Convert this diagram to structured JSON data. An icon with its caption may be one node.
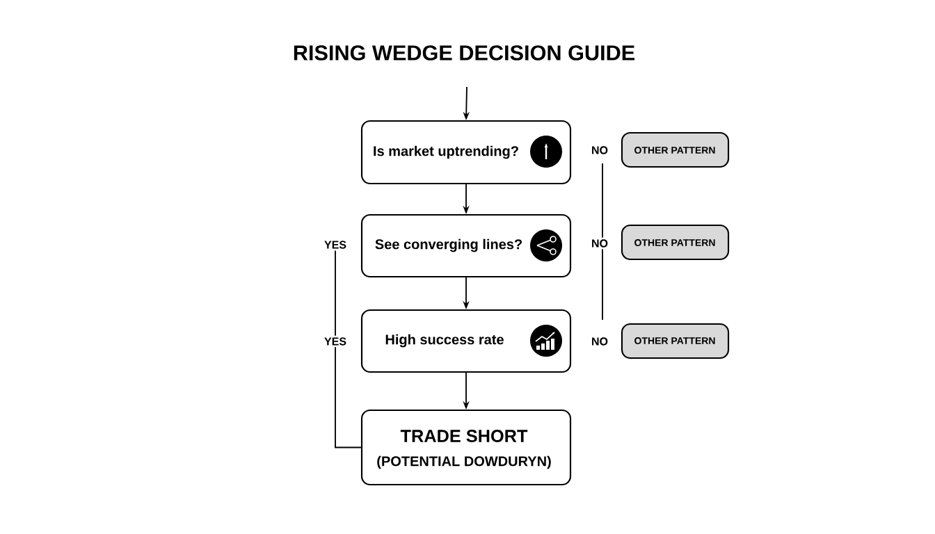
{
  "diagram": {
    "title": "RISING WEDGE DECISION GUIDE",
    "nodes": [
      {
        "text": [
          "Is market uptrending?"
        ]
      },
      {
        "text": [
          "See converging lines?"
        ]
      },
      {
        "text": [
          "High success rate"
        ]
      },
      {
        "text": [
          "TRADE SHORT",
          "(POTENTIAL DOWDURYN)"
        ]
      },
      {
        "text": [
          "OTHER PATTERN"
        ]
      },
      {
        "text": [
          "OTHER PATTERN"
        ]
      },
      {
        "text": [
          "OTHER PATTERN"
        ]
      },
      {
        "text": [
          "YES"
        ]
      }
    ],
    "edges": [
      {
        "from": null,
        "to": 0,
        "arrow": "to"
      },
      {
        "from": 0,
        "to": 1,
        "arrow": "to"
      },
      {
        "from": 1,
        "to": 2,
        "arrow": "to"
      },
      {
        "from": 2,
        "to": 3,
        "arrow": "to"
      },
      {
        "from": 7,
        "to": 3,
        "arrow": "none",
        "label": "YES"
      }
    ],
    "labels": [
      "NO",
      "NO",
      "NO"
    ]
  }
}
